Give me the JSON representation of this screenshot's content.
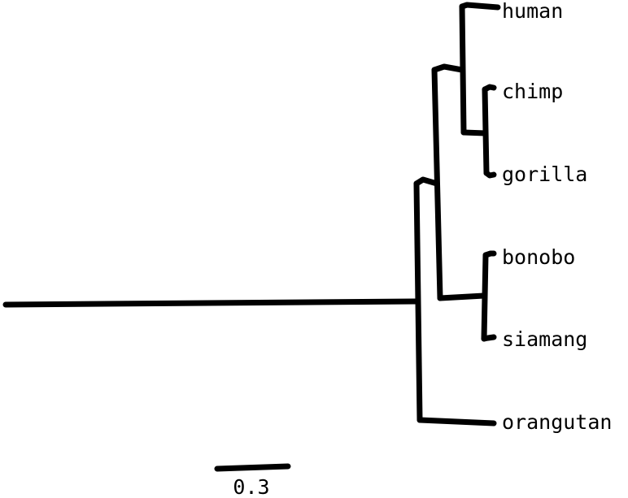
{
  "tree": {
    "leaves": [
      {
        "id": "human",
        "label": "human"
      },
      {
        "id": "chimp",
        "label": "chimp"
      },
      {
        "id": "gorilla",
        "label": "gorilla"
      },
      {
        "id": "bonobo",
        "label": "bonobo"
      },
      {
        "id": "siamang",
        "label": "siamang"
      },
      {
        "id": "orangutan",
        "label": "orangutan"
      }
    ],
    "topology": "((human,(chimp,gorilla)),(bonobo,siamang)),orangutan)"
  },
  "scale_bar": {
    "label": "0.3"
  }
}
